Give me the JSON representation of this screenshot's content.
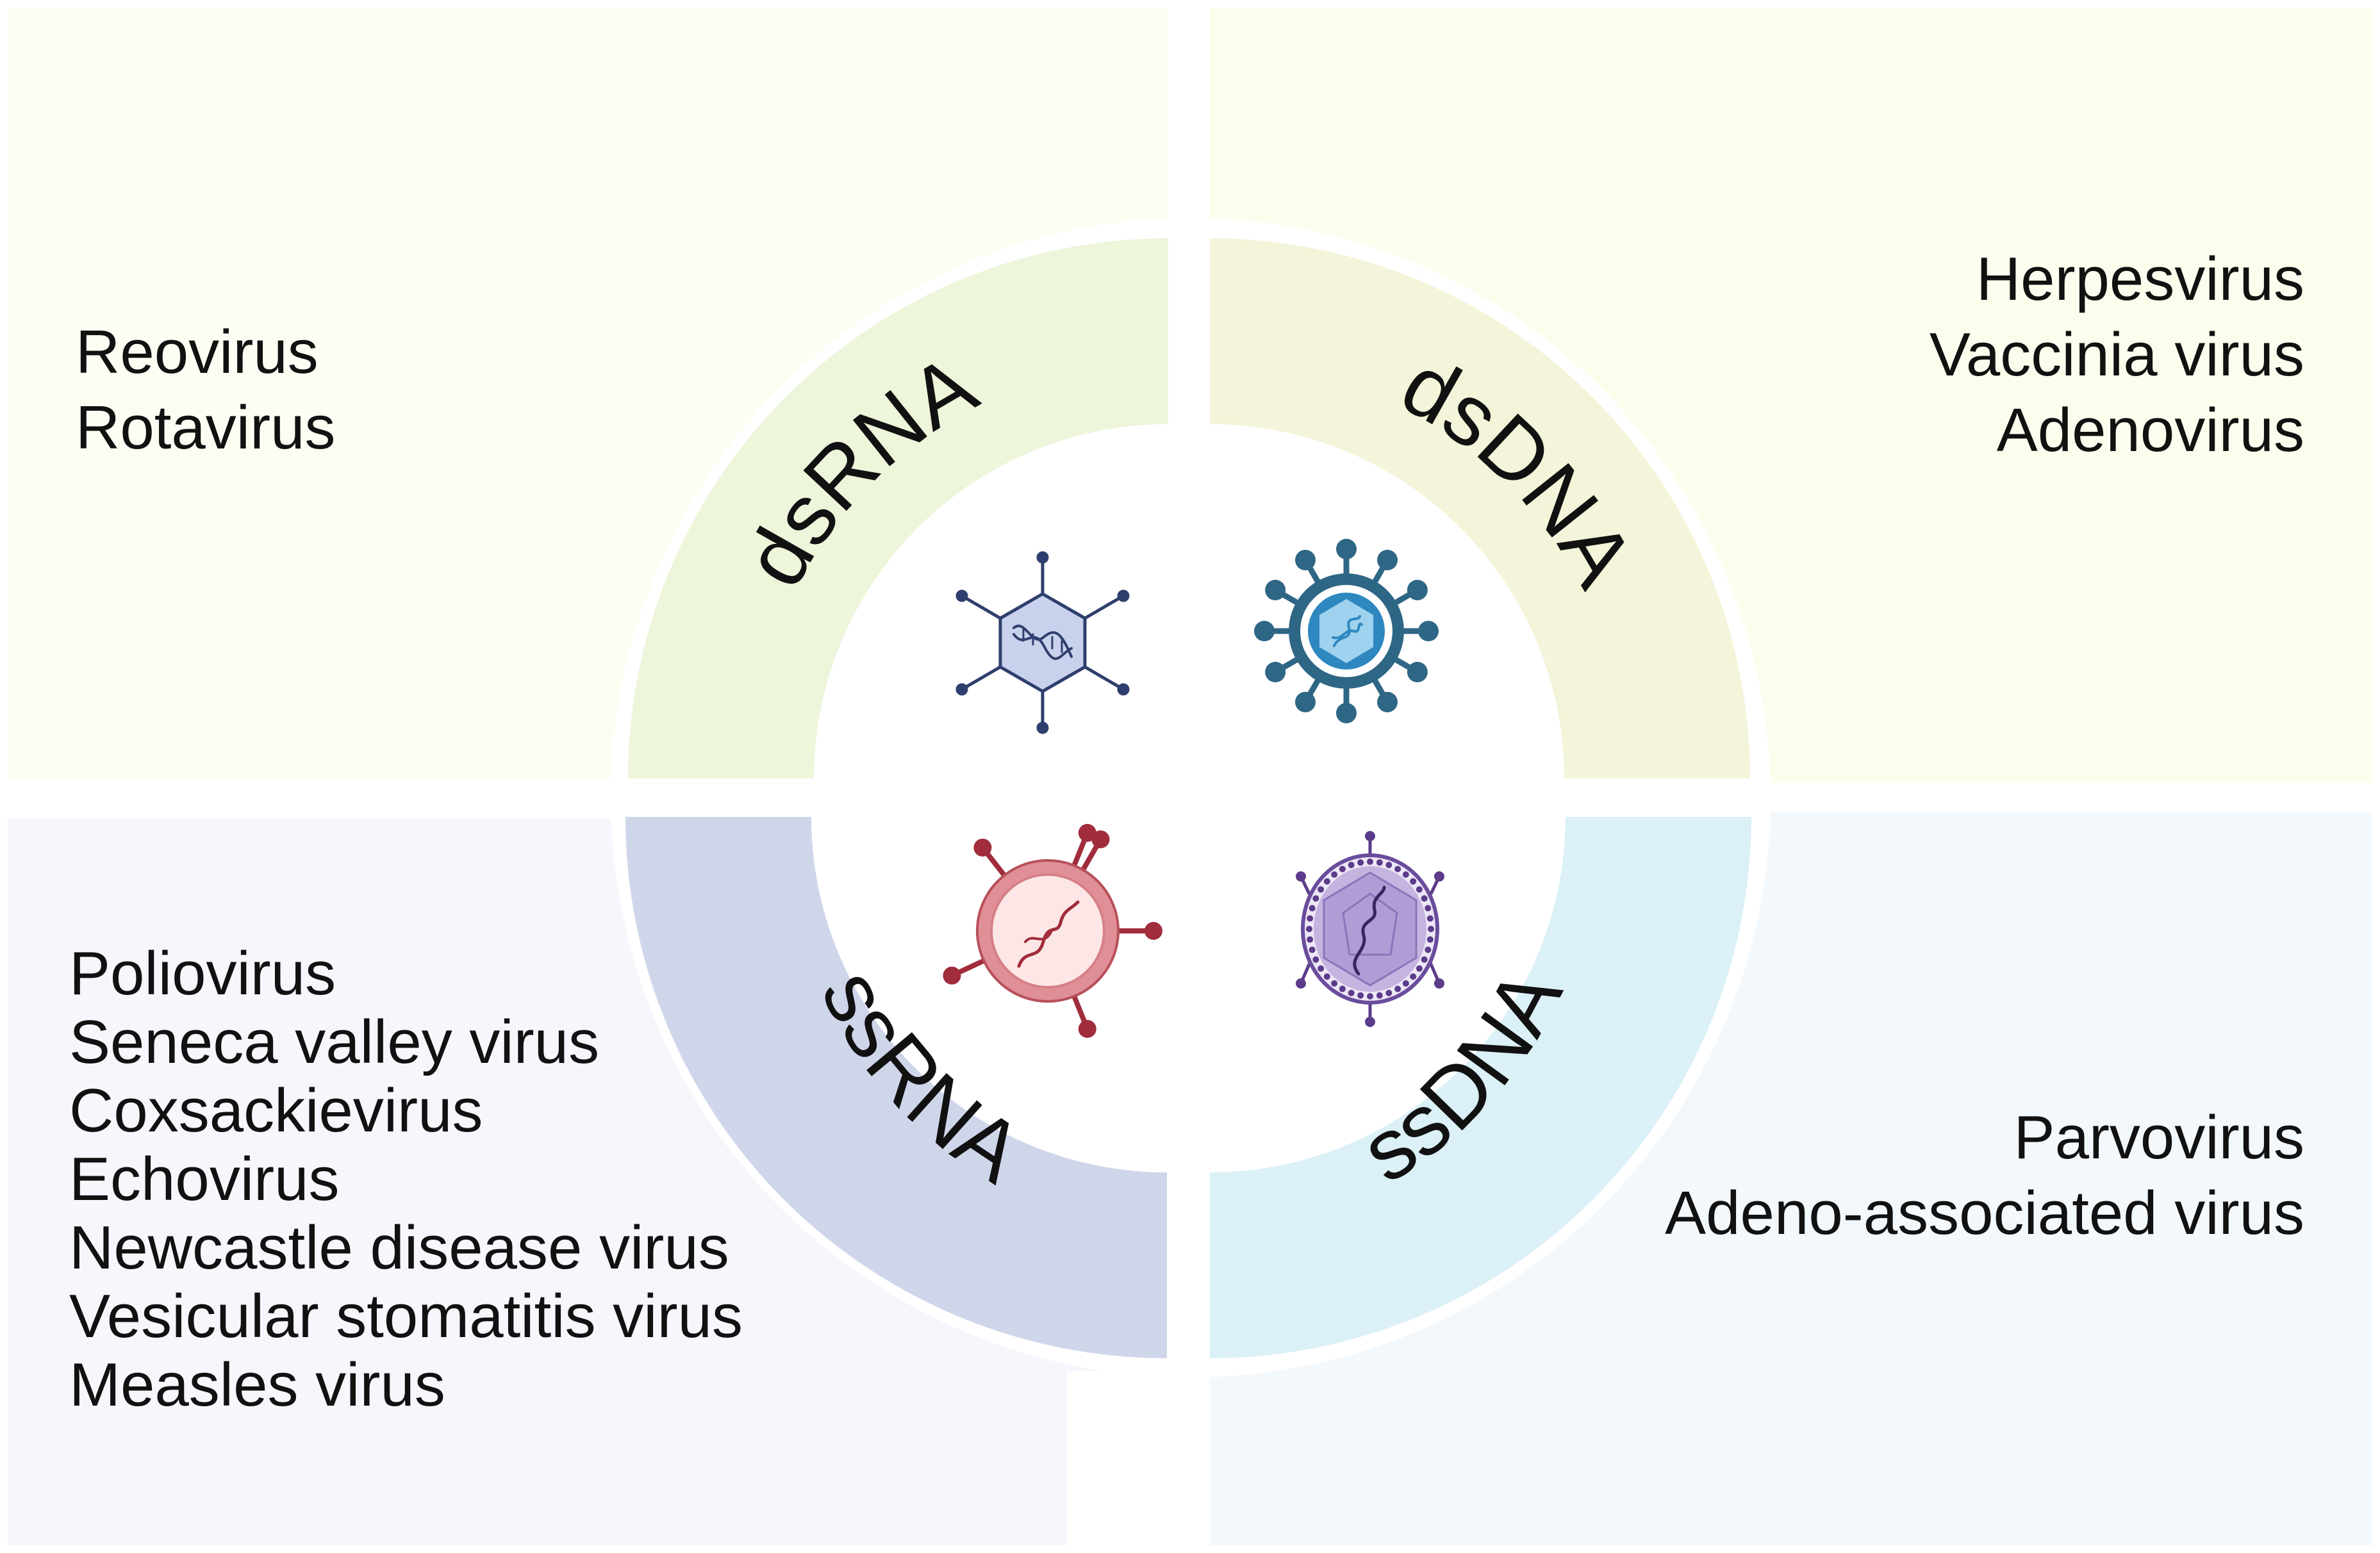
{
  "colors": {
    "dsrna_panel": "#FDFEF3",
    "dsdna_panel": "#FDFDEE",
    "ssrna_panel": "#F7F6FD",
    "ssdna_panel": "#F3F8FD",
    "dsrna_ring": "#EDF5DB",
    "dsdna_ring": "#F3F4D9",
    "ssrna_ring": "#D0D6EA",
    "ssdna_ring": "#DBF0F7",
    "dsrna_icon": "#2F3F6D",
    "dsdna_icon": "#2E6685",
    "ssrna_icon": "#A02C3C",
    "ssdna_icon": "#5C3B8A"
  },
  "quadrants": {
    "dsrna": {
      "label": "dsRNA",
      "icon": "icosahedral-virus-icon",
      "viruses": [
        "Reovirus",
        "Rotavirus"
      ]
    },
    "dsdna": {
      "label": "dsDNA",
      "icon": "spiked-virus-icon",
      "viruses": [
        "Herpesvirus",
        "Vaccinia virus",
        "Adenovirus"
      ]
    },
    "ssrna": {
      "label": "ssRNA",
      "icon": "enveloped-rna-virus-icon",
      "viruses": [
        "Poliovirus",
        "Seneca valley virus",
        "Coxsackievirus",
        "Echovirus",
        "Newcastle disease virus",
        "Vesicular stomatitis virus",
        "Measles virus"
      ]
    },
    "ssdna": {
      "label": "ssDNA",
      "icon": "enveloped-dna-virus-icon",
      "viruses": [
        "Parvovirus",
        "Adeno-associated virus"
      ]
    }
  }
}
